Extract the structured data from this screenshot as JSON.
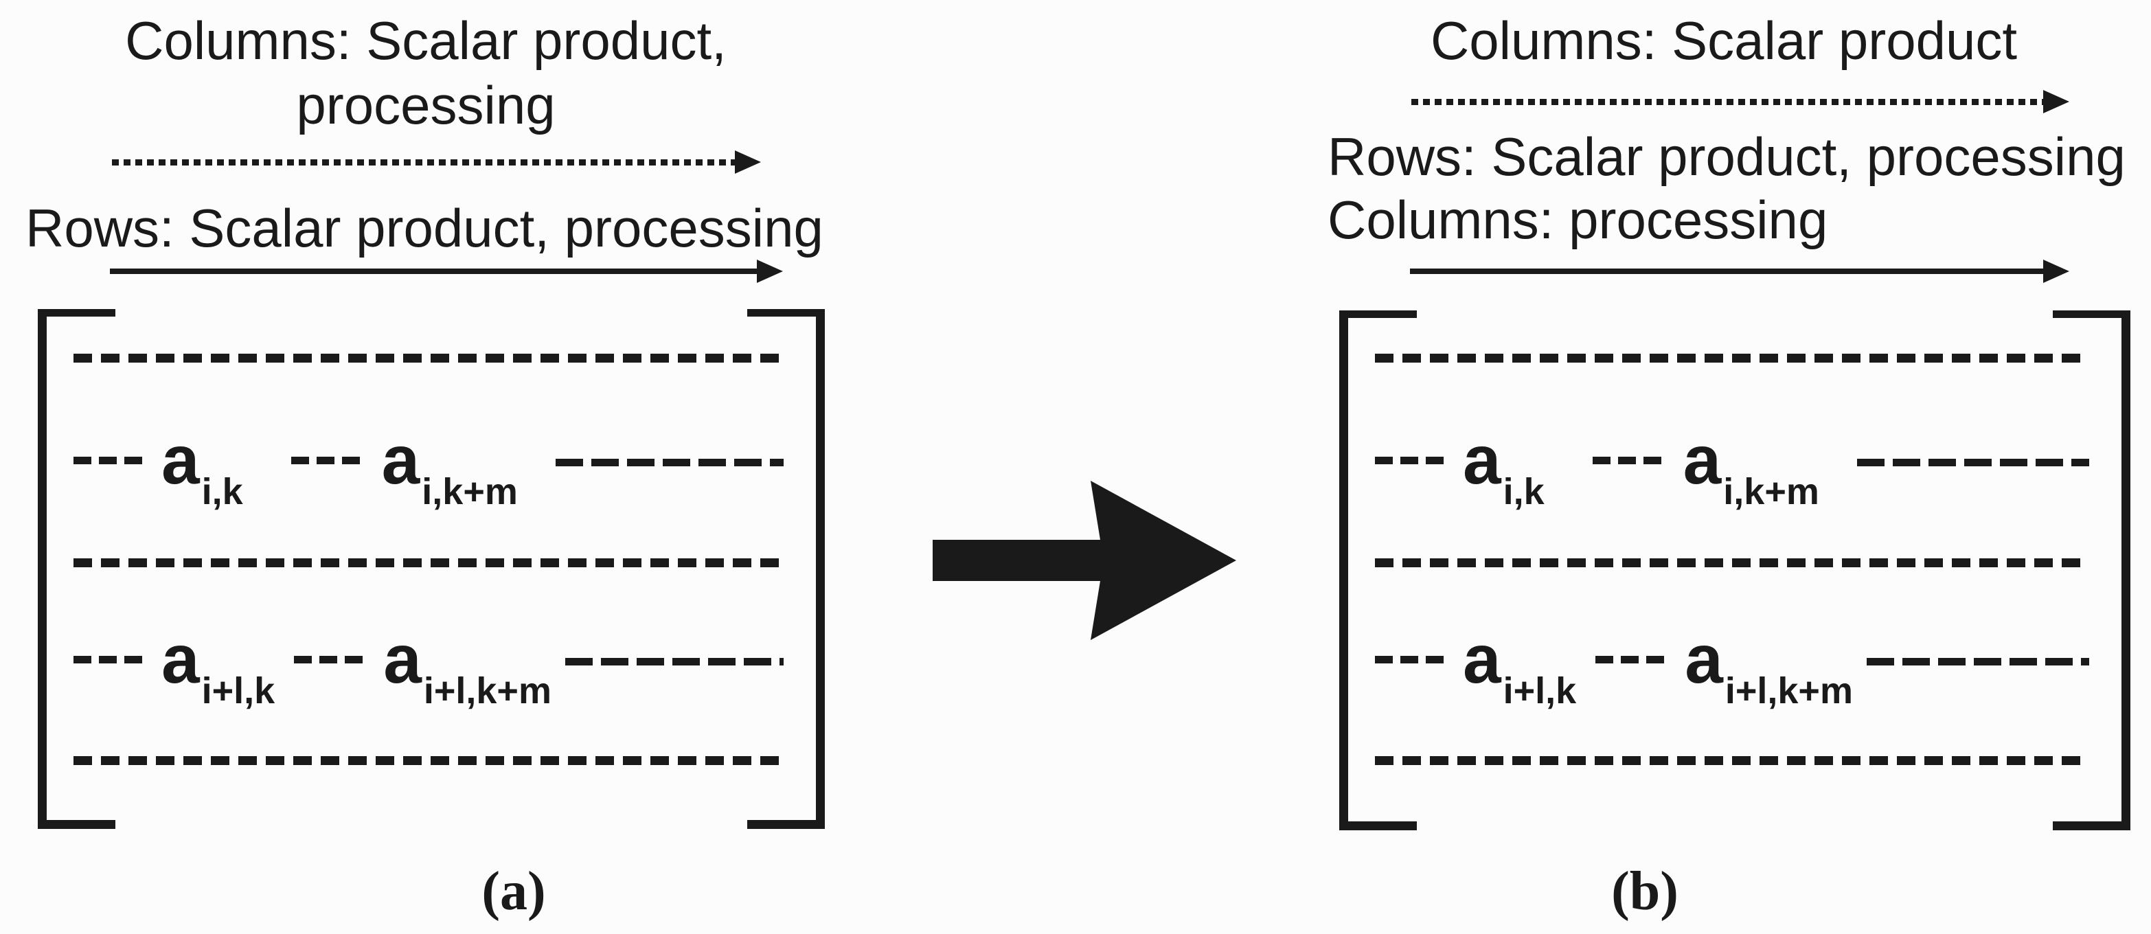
{
  "figure": {
    "background_color": "#fcfcfc",
    "ink_color": "#1a1a1a",
    "panel_a": {
      "columns_caption_line1": "Columns: Scalar product,",
      "columns_caption_line2": "processing",
      "rows_caption": "Rows: Scalar product, processing",
      "matrix_entries": [
        {
          "base": "a",
          "sub": "i,k"
        },
        {
          "base": "a",
          "sub": "i,k+m"
        },
        {
          "base": "a",
          "sub": "i+l,k"
        },
        {
          "base": "a",
          "sub": "i+l,k+m"
        }
      ],
      "label": "(a)"
    },
    "panel_b": {
      "columns_caption": "Columns: Scalar product",
      "rows_caption": "Rows: Scalar product, processing",
      "columns_processing_caption": "Columns: processing",
      "matrix_entries": [
        {
          "base": "a",
          "sub": "i,k"
        },
        {
          "base": "a",
          "sub": "i,k+m"
        },
        {
          "base": "a",
          "sub": "i+l,k"
        },
        {
          "base": "a",
          "sub": "i+l,k+m"
        }
      ],
      "label": "(b)"
    },
    "icons": {
      "columns_order_arrow": "dotted-right-arrow",
      "rows_order_arrow": "solid-right-arrow",
      "transform_arrow": "big-right-arrow"
    }
  }
}
